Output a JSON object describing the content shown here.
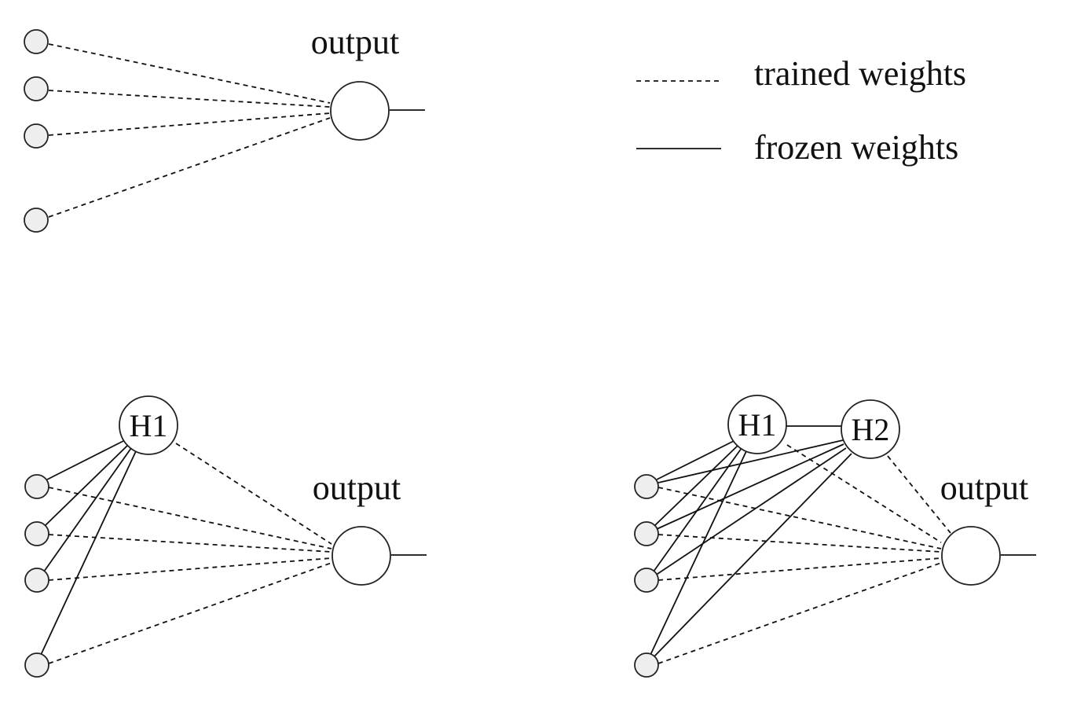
{
  "legend": {
    "trained_label": "trained weights",
    "frozen_label": "frozen weights"
  },
  "stages": [
    {
      "output_label": "output",
      "hidden_units": []
    },
    {
      "output_label": "output",
      "hidden_units": [
        "H1"
      ]
    },
    {
      "output_label": "output",
      "hidden_units": [
        "H1",
        "H2"
      ]
    }
  ]
}
